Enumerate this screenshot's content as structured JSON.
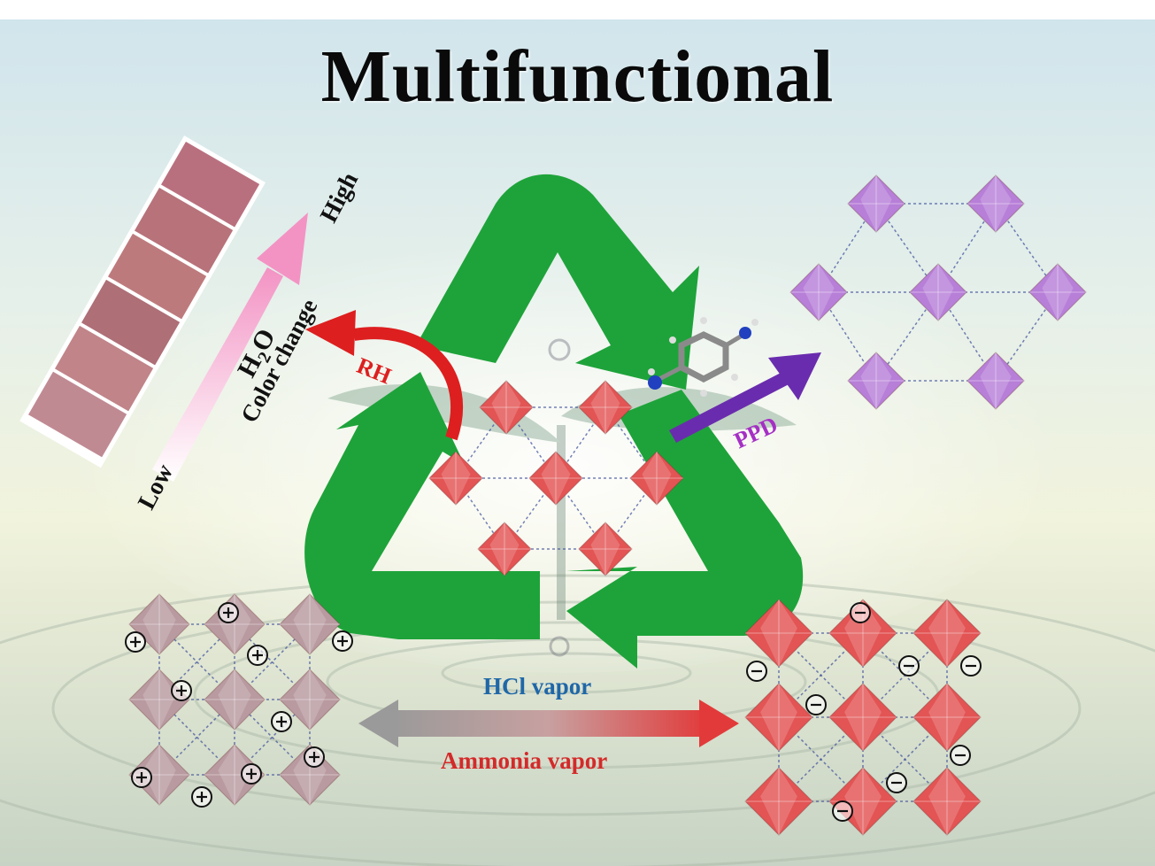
{
  "title": "Multifunctional",
  "humidity_panel": {
    "high_label": "High",
    "low_label": "Low",
    "water_label": "H",
    "water_sub": "2",
    "water_tail": "O",
    "color_label": "Color change",
    "swatch_colors": [
      "#b9707e",
      "#b7727a",
      "#bd7a7c",
      "#ae6f77",
      "#c08489",
      "#c08a93"
    ]
  },
  "rh_label": "RH",
  "ppd_label": "PPD",
  "hcl_label": "HCl vapor",
  "ammonia_label": "Ammonia vapor",
  "colors": {
    "recycle_green": "#1ea33a",
    "rh_arrow": "#dd1f1f",
    "ppd_arrow": "#6a2cae",
    "octahedron_red": "#e35454",
    "octahedron_purple": "#b77fd8",
    "octahedron_gray": "#b89aa0",
    "hcl_text": "#1f67a8",
    "ammonia_text": "#d42a2a"
  }
}
